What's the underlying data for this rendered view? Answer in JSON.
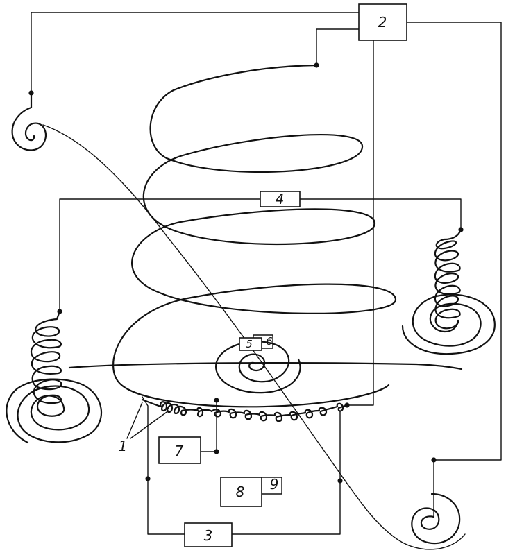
{
  "labels": {
    "block_1": "1",
    "block_2": "2",
    "block_3": "3",
    "block_4": "4",
    "block_5": "5",
    "block_6": "6",
    "block_7": "7",
    "block_8": "8",
    "block_9": "9"
  }
}
